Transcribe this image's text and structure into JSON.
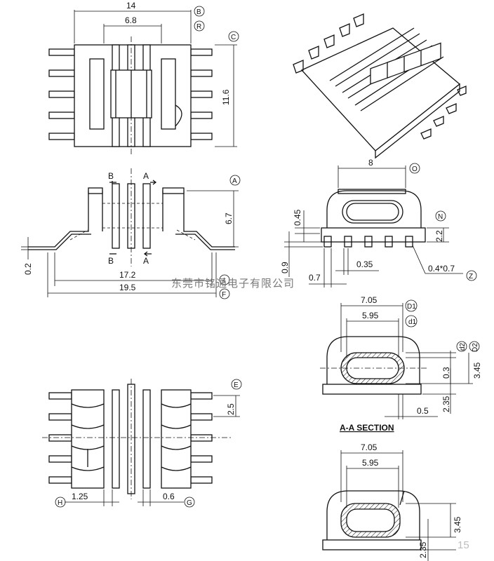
{
  "top_view": {
    "dim_width": "14",
    "dim_inner": "6.8",
    "dim_height": "11.6",
    "callout_b": "B",
    "callout_r": "R",
    "callout_c": "C"
  },
  "front_view": {
    "dim_height": "6.7",
    "dim_thickness": "0.2",
    "dim_span": "17.2",
    "dim_overall": "19.5",
    "callout_a": "A",
    "callout_i": "I",
    "callout_f": "F",
    "section_b_top": "B",
    "section_a_top": "A",
    "section_b_bottom": "B",
    "section_a_bottom": "A"
  },
  "side_view": {
    "dim_width": "8",
    "dim_045": "0.45",
    "dim_22": "2.2",
    "dim_09": "0.9",
    "dim_07": "0.7",
    "dim_035": "0.35",
    "dim_pin": "0.4*0.7",
    "callout_o": "O",
    "callout_n": "N",
    "callout_z": "Z"
  },
  "bottom_view": {
    "dim_pitch": "2.5",
    "dim_left": "1.25",
    "dim_right": "0.6",
    "callout_e": "E",
    "callout_h": "H",
    "callout_g": "G"
  },
  "section_view": {
    "dim_outer": "7.05",
    "dim_inner": "5.95",
    "dim_03": "0.3",
    "dim_345": "3.45",
    "dim_235": "2.35",
    "dim_05": "0.5",
    "callout_d1_upper": "D1",
    "callout_d1_lower": "d1",
    "callout_d2_upper": "D2",
    "callout_d2_lower": "d2",
    "title": "A-A SECTION"
  },
  "lower_section": {
    "dim_outer": "7.05",
    "dim_inner": "5.95",
    "dim_345": "3.45",
    "dim_235": "2.35"
  },
  "watermark": "东莞市铭通电子有限公司",
  "page_number": "15"
}
